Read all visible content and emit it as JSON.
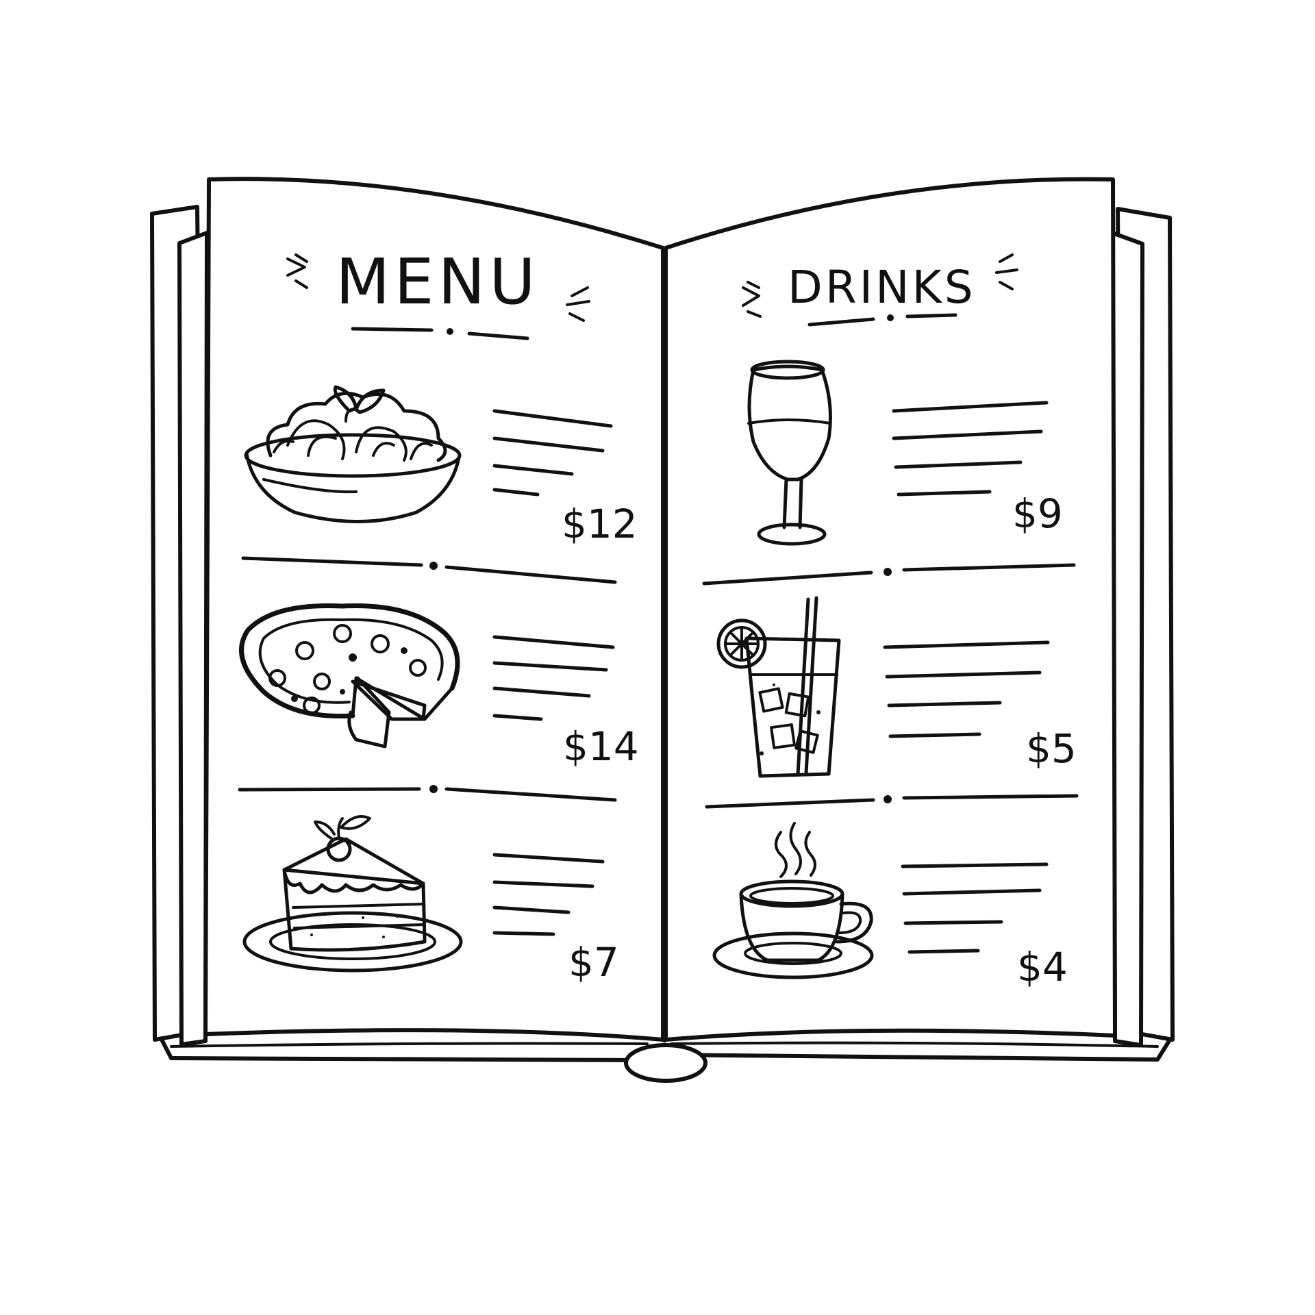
{
  "menu_page": {
    "title": "MENU",
    "items": [
      {
        "name": "pasta",
        "icon": "pasta-bowl-icon",
        "price": "$12"
      },
      {
        "name": "pizza",
        "icon": "pizza-icon",
        "price": "$14"
      },
      {
        "name": "cake",
        "icon": "cake-slice-icon",
        "price": "$7"
      }
    ]
  },
  "drinks_page": {
    "title": "DRINKS",
    "items": [
      {
        "name": "wine",
        "icon": "wine-glass-icon",
        "price": "$9"
      },
      {
        "name": "lemonade",
        "icon": "iced-drink-icon",
        "price": "$5"
      },
      {
        "name": "coffee",
        "icon": "coffee-cup-icon",
        "price": "$4"
      }
    ]
  },
  "colors": {
    "ink": "#111111",
    "paper": "#ffffff"
  }
}
